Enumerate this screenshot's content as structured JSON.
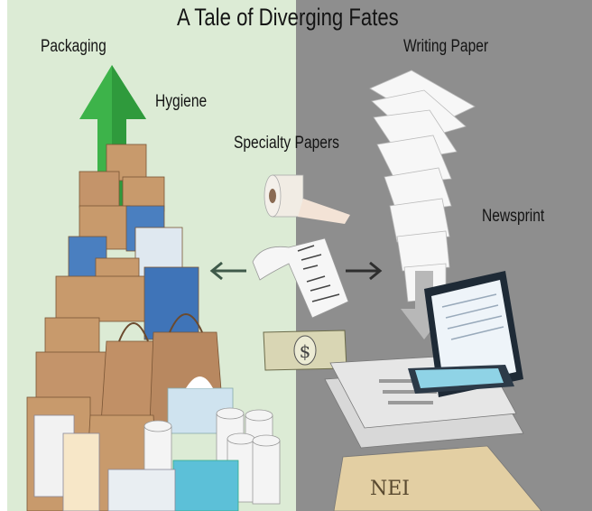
{
  "title": "A Tale of Diverging Fates",
  "labels": {
    "packaging": "Packaging",
    "hygiene": "Hygiene",
    "specialty_papers": "Specialty Papers",
    "writing_paper": "Writing Paper",
    "newsprint": "Newsprint"
  },
  "colors": {
    "left_background": "#dcebd5",
    "right_background": "#8e8e8e",
    "growth_arrow": "#3db34a",
    "cardboard": "#c89a6c",
    "blue_box": "#4a7fc0"
  },
  "icons": [
    "up-arrow-icon",
    "left-arrow-icon",
    "right-arrow-icon",
    "down-arrow-icon",
    "tablet-icon",
    "dollar-bill-icon",
    "receipt-icon",
    "paper-roll-icon"
  ]
}
